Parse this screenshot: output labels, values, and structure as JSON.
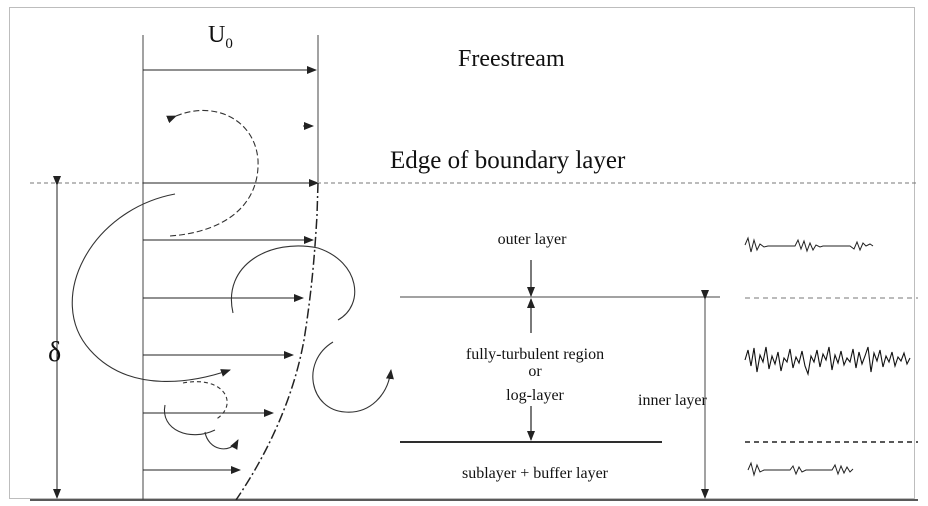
{
  "labels": {
    "velocity": "U",
    "velocity_subscript": "0",
    "freestream": "Freestream",
    "edge": "Edge of boundary layer",
    "delta": "δ",
    "outer_layer": "outer layer",
    "log_line1": "fully-turbulent region",
    "log_line2": "or",
    "log_line3": "log-layer",
    "inner_layer": "inner layer",
    "sublayer": "sublayer + buffer layer"
  },
  "colors": {
    "ink": "#111111",
    "frame": "#bdbdbd",
    "dashed": "#777777"
  }
}
